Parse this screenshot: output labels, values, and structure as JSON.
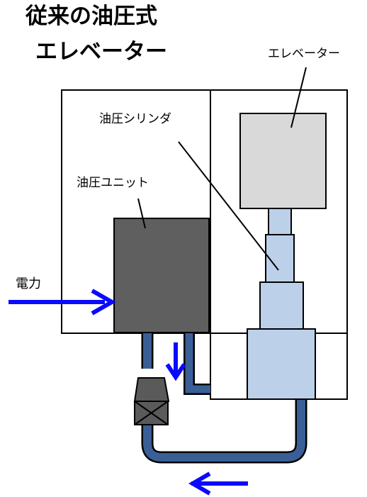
{
  "title": {
    "line1": "従来の油圧式",
    "line2": "エレベーター"
  },
  "labels": {
    "elevator": "エレベーター",
    "cylinder": "油圧シリンダ",
    "unit": "油圧ユニット",
    "power": "電力"
  },
  "colors": {
    "arrow": "#0a0aff",
    "pipe_fill": "#3a5f96",
    "pipe_outline": "#000000",
    "cab_fill": "#d9d9d9",
    "unit_fill": "#5f5f5f",
    "cylinder_fill": "#bcd0ea",
    "valve_fill": "#5a5a5a"
  }
}
